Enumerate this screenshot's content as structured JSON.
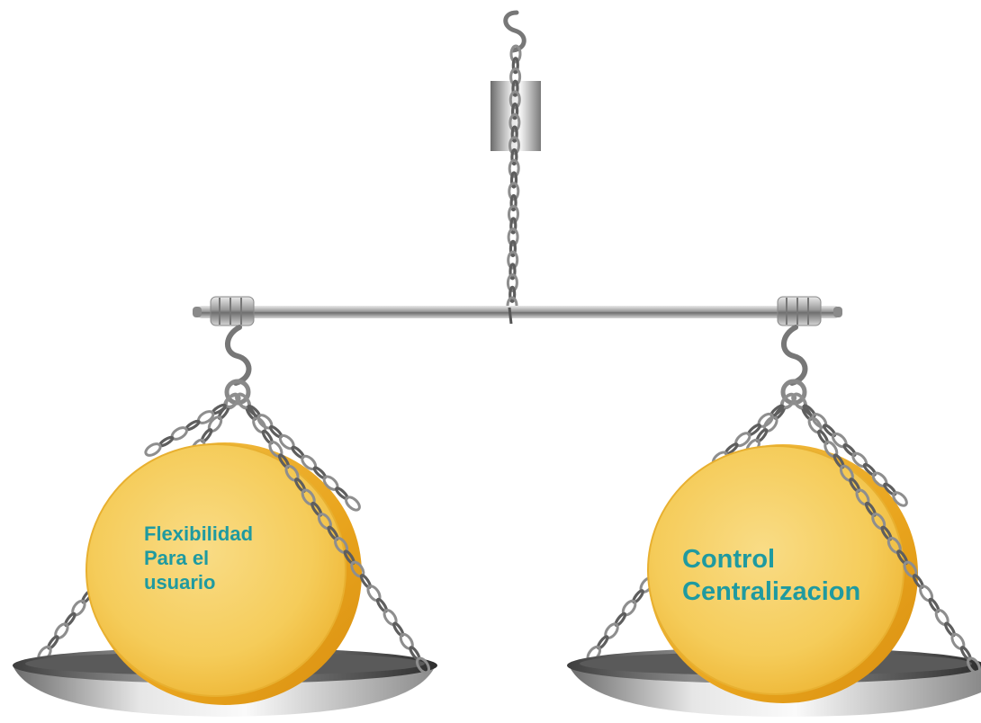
{
  "left_pan": {
    "label_lines": [
      "Flexibilidad",
      "Para el",
      "usuario"
    ]
  },
  "right_pan": {
    "label_lines": [
      "Control",
      "Centralizacion"
    ]
  },
  "colors": {
    "label_text": "#1f9aa0",
    "coin_fill": "#f6cd5b",
    "coin_rim": "#e9a920",
    "metal": "#8a8a8a"
  },
  "icons": [
    "hook-icon",
    "chain-icon",
    "beam",
    "pan",
    "coin"
  ]
}
